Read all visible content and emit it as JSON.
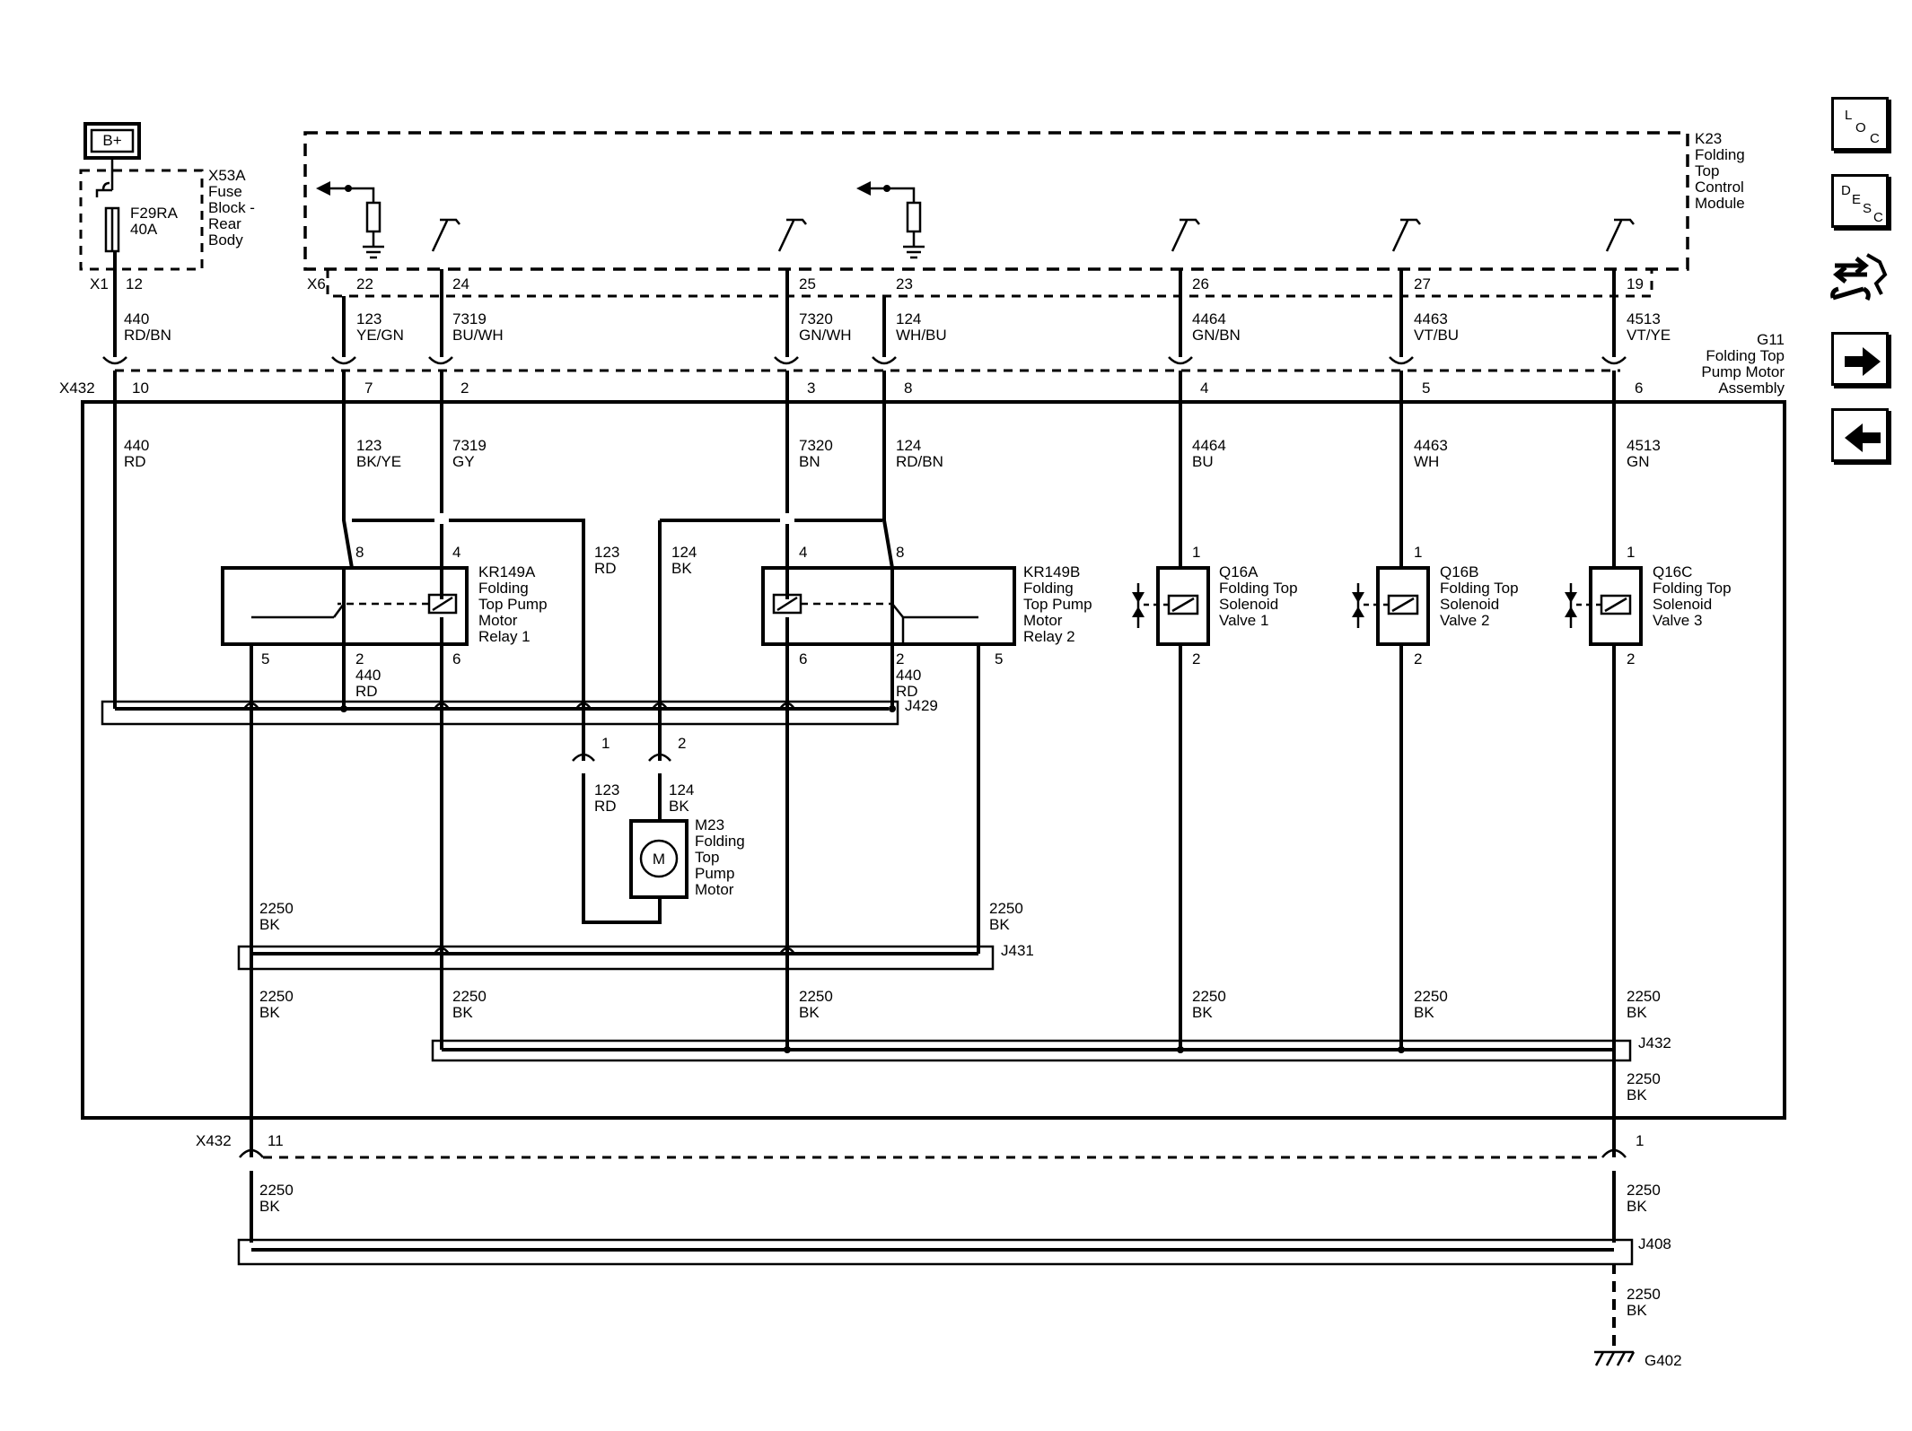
{
  "power": {
    "label": "B+"
  },
  "fuse_block": {
    "id": "X53A",
    "name_lines": [
      "Fuse",
      "Block -",
      "Rear",
      "Body"
    ],
    "fuse": "F29RA",
    "rating": "40A",
    "conn": "X1",
    "pin": "12"
  },
  "module": {
    "id": "K23",
    "name_lines": [
      "Folding",
      "Top",
      "Control",
      "Module"
    ],
    "conn": "X6"
  },
  "module_pins": [
    {
      "pin": "22",
      "circuit": "123",
      "color": "YE/GN"
    },
    {
      "pin": "24",
      "circuit": "7319",
      "color": "BU/WH"
    },
    {
      "pin": "25",
      "circuit": "7320",
      "color": "GN/WH"
    },
    {
      "pin": "23",
      "circuit": "124",
      "color": "WH/BU"
    },
    {
      "pin": "26",
      "circuit": "4464",
      "color": "GN/BN"
    },
    {
      "pin": "27",
      "circuit": "4463",
      "color": "VT/BU"
    },
    {
      "pin": "19",
      "circuit": "4513",
      "color": "VT/YE"
    }
  ],
  "feed_wire": {
    "circuit": "440",
    "color": "RD/BN"
  },
  "assembly": {
    "id": "G11",
    "name_lines": [
      "Folding Top",
      "Pump Motor",
      "Assembly"
    ]
  },
  "connector_top": {
    "id": "X432",
    "pins": [
      "10",
      "7",
      "2",
      "3",
      "8",
      "4",
      "5",
      "6"
    ]
  },
  "inner_wires": [
    {
      "circuit": "440",
      "color": "RD"
    },
    {
      "circuit": "123",
      "color": "BK/YE"
    },
    {
      "circuit": "7319",
      "color": "GY"
    },
    {
      "circuit": "7320",
      "color": "BN"
    },
    {
      "circuit": "124",
      "color": "RD/BN"
    },
    {
      "circuit": "4464",
      "color": "BU"
    },
    {
      "circuit": "4463",
      "color": "WH"
    },
    {
      "circuit": "4513",
      "color": "GN"
    }
  ],
  "relay1": {
    "id": "KR149A",
    "name_lines": [
      "Folding",
      "Top Pump",
      "Motor",
      "Relay 1"
    ],
    "pins": [
      "8",
      "4",
      "5",
      "2",
      "6"
    ],
    "out_circuit": "440",
    "out_color": "RD"
  },
  "relay2": {
    "id": "KR149B",
    "name_lines": [
      "Folding",
      "Top Pump",
      "Motor",
      "Relay 2"
    ],
    "pins": [
      "4",
      "8",
      "6",
      "2",
      "5"
    ],
    "out_circuit": "440",
    "out_color": "RD"
  },
  "motor_wires": [
    {
      "circuit": "123",
      "color": "RD"
    },
    {
      "circuit": "124",
      "color": "BK"
    }
  ],
  "valves": [
    {
      "id": "Q16A",
      "name_lines": [
        "Folding Top",
        "Solenoid",
        "Valve 1"
      ],
      "pin_in": "1",
      "pin_out": "2"
    },
    {
      "id": "Q16B",
      "name_lines": [
        "Folding Top",
        "Solenoid",
        "Valve 2"
      ],
      "pin_in": "1",
      "pin_out": "2"
    },
    {
      "id": "Q16C",
      "name_lines": [
        "Folding Top",
        "Solenoid",
        "Valve 3"
      ],
      "pin_in": "1",
      "pin_out": "2"
    }
  ],
  "splices": {
    "j429": "J429",
    "j431": "J431",
    "j432": "J432",
    "j408": "J408"
  },
  "motor": {
    "id": "M23",
    "name_lines": [
      "Folding",
      "Top",
      "Pump",
      "Motor"
    ],
    "symbol": "M",
    "pins": [
      "1",
      "2"
    ]
  },
  "ground_wire": {
    "circuit": "2250",
    "color": "BK"
  },
  "connector_bottom": {
    "id": "X432",
    "pins": [
      "11",
      "1"
    ]
  },
  "ground": {
    "id": "G402"
  },
  "nav": {
    "loc": {
      "letters": [
        "L",
        "O",
        "C"
      ],
      "icon": "location-icon"
    },
    "desc": {
      "letters": [
        "D",
        "E",
        "S",
        "C"
      ],
      "icon": "description-icon"
    },
    "connector": {
      "icon": "connector-wrench-icon"
    },
    "next": {
      "icon": "arrow-right-icon"
    },
    "prev": {
      "icon": "arrow-left-icon"
    }
  }
}
